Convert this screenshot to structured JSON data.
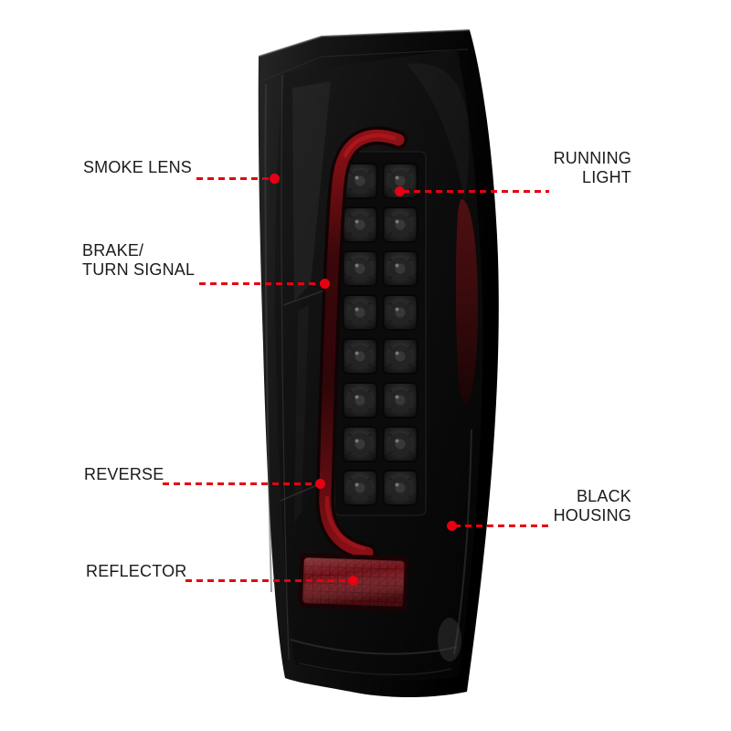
{
  "page": {
    "background": "#ffffff"
  },
  "colors": {
    "accent_red": "#e60012",
    "label_text": "#1a1a1a"
  },
  "callouts": {
    "smoke_lens": {
      "label": "SMOKE LENS"
    },
    "running_light": {
      "label": "RUNNING\nLIGHT"
    },
    "brake_turn_signal": {
      "label": "BRAKE/\nTURN SIGNAL"
    },
    "reverse": {
      "label": "REVERSE"
    },
    "black_housing": {
      "label": "BLACK\nHOUSING"
    },
    "reflector": {
      "label": "REFLECTOR"
    }
  }
}
